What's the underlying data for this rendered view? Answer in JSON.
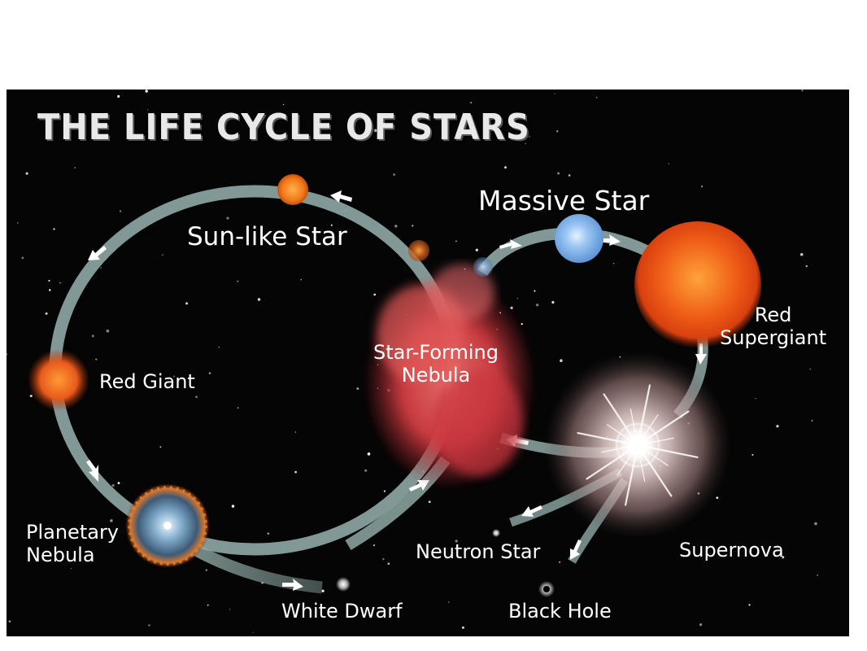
{
  "title": "THE LIFE CYCLE OF STARS",
  "labels": {
    "sun_like_star": "Sun-like Star",
    "massive_star": "Massive Star",
    "red_supergiant_line1": "Red",
    "red_supergiant_line2": "Supergiant",
    "star_forming_line1": "Star-Forming",
    "star_forming_line2": "Nebula",
    "red_giant": "Red Giant",
    "planetary_line1": "Planetary",
    "planetary_line2": "Nebula",
    "neutron_star": "Neutron Star",
    "supernova": "Supernova",
    "white_dwarf": "White Dwarf",
    "black_hole": "Black Hole"
  },
  "colors": {
    "background": "#050505",
    "path": "#8fa9a6",
    "arrow": "#ffffff",
    "sun_like_star": "#f07a1a",
    "massive_star": "#7fb2ea",
    "red_supergiant": "#e8501a",
    "red_giant": "#e85a1c",
    "nebula": "#d9434a",
    "text": "#ffffff"
  }
}
